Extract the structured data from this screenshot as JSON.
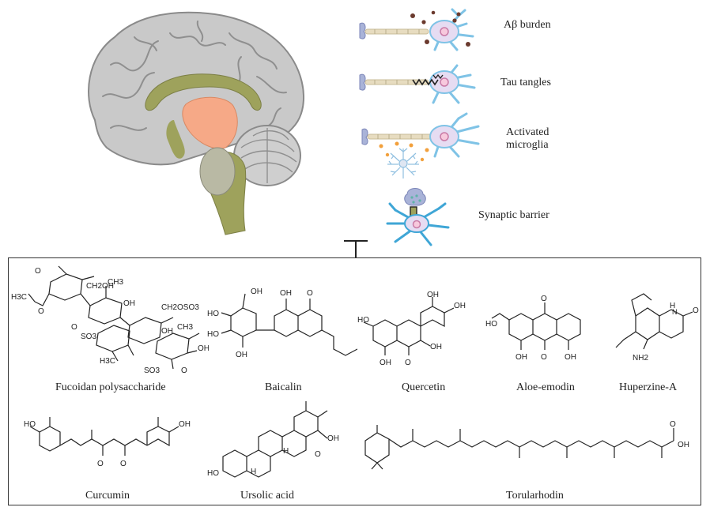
{
  "pathology": {
    "abeta_label": "Aβ burden",
    "tau_label": "Tau tangles",
    "microglia_label": "Activated\nmicroglia",
    "synaptic_label": "Synaptic barrier"
  },
  "compounds": {
    "fucoidan": "Fucoidan polysaccharide",
    "baicalin": "Baicalin",
    "quercetin": "Quercetin",
    "aloe_emodin": "Aloe-emodin",
    "huperzine": "Huperzine-A",
    "curcumin": "Curcumin",
    "ursolic": "Ursolic acid",
    "torularhodin": "Torularhodin"
  },
  "atoms": {
    "oh": "OH",
    "o": "O",
    "ho": "HO",
    "h3c": "H3C",
    "so3": "SO3",
    "ch2oso3": "CH2OSO3",
    "ch2oh": "CH2OH",
    "ch3": "CH3",
    "nh": "H",
    "n": "N",
    "nh2": "NH2",
    "h": "H"
  },
  "colors": {
    "brain_gray": "#c8c8c8",
    "brain_outline": "#8a8a8a",
    "olive": "#9ea25c",
    "salmon": "#f6a987",
    "neuron_blue": "#7fc3e6",
    "neuron_body": "#e6dcf2",
    "nucleus": "#c97aa6",
    "axon": "#e7dcc0",
    "plaque": "#6b3a2e",
    "orange_dot": "#f2a03c"
  }
}
